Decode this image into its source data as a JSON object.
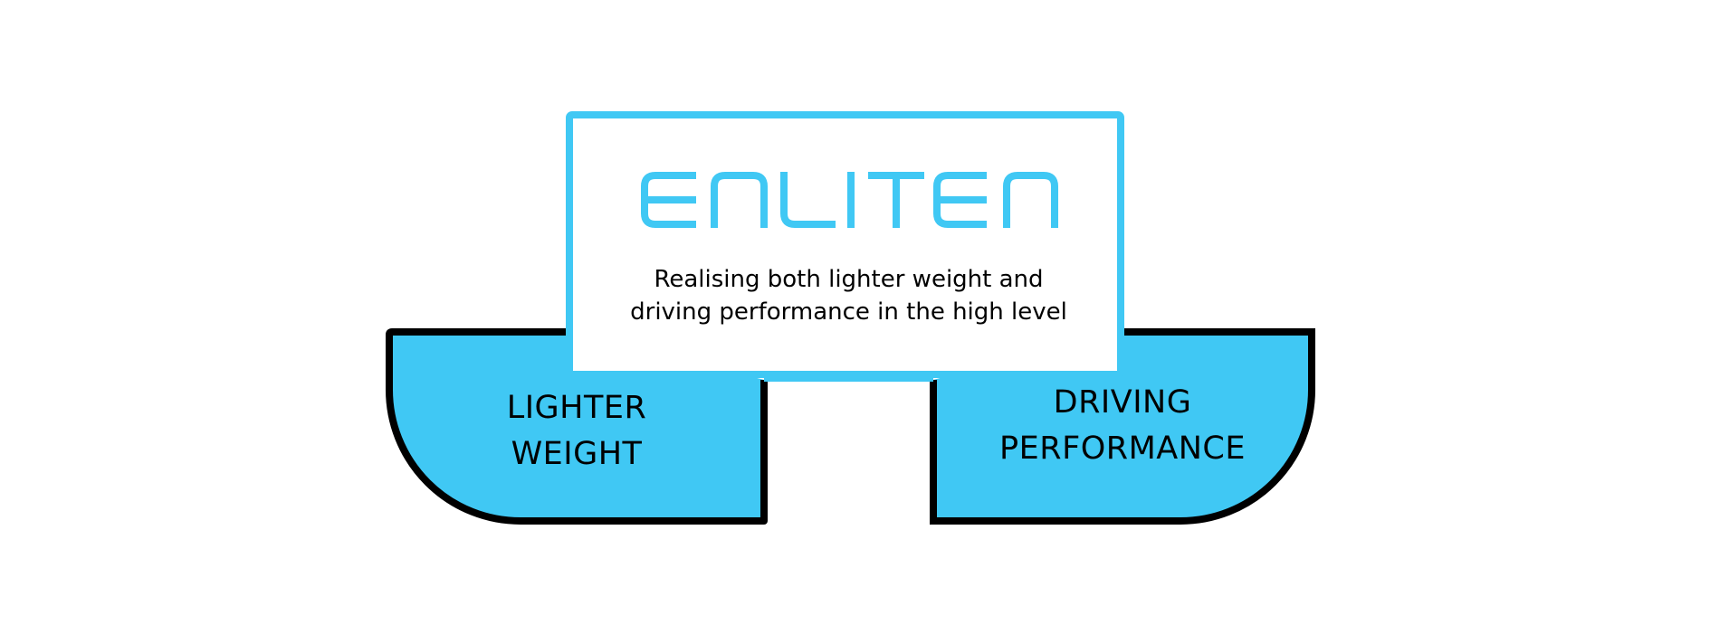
{
  "logo": {
    "text": "ENLITEN",
    "color": "#40c8f4"
  },
  "tagline": {
    "line1": "Realising both lighter weight and",
    "line2": "driving performance in the high level"
  },
  "pillars": [
    {
      "line1": "LIGHTER",
      "line2": "WEIGHT"
    },
    {
      "line1": "DRIVING",
      "line2": "PERFORMANCE"
    }
  ],
  "colors": {
    "accent": "#40c8f4",
    "outline": "#000000",
    "box_fill": "#ffffff"
  }
}
